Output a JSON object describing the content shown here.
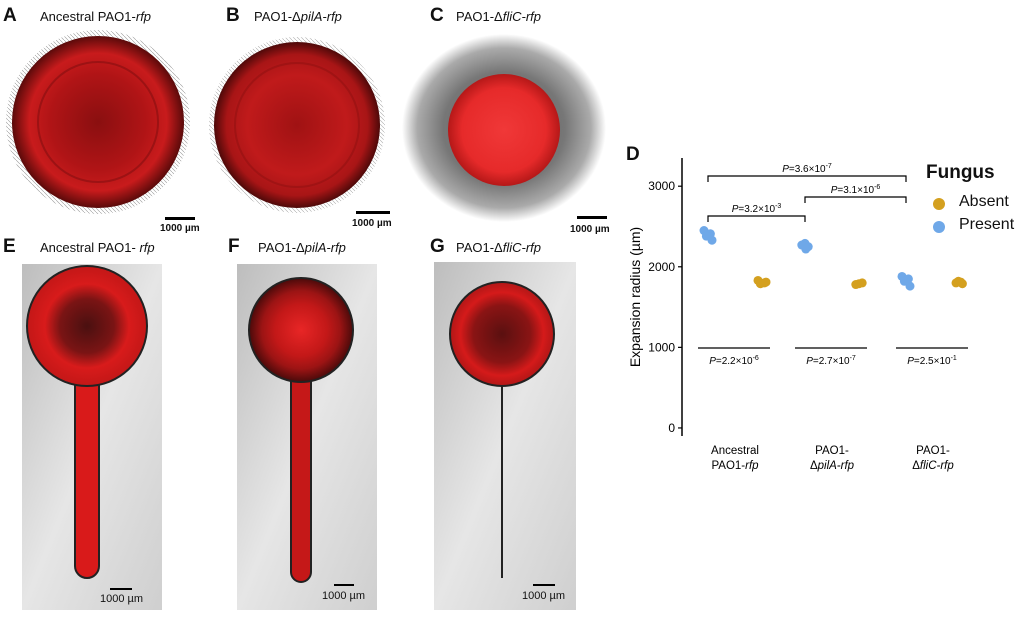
{
  "panels": {
    "A": {
      "letter": "A",
      "title_prefix": "Ancestral PAO1-",
      "title_italic": "rfp",
      "scale": "1000 µm"
    },
    "B": {
      "letter": "B",
      "title_prefix": "PAO1-Δ",
      "title_italic": "pilA-rfp",
      "scale": "1000 µm"
    },
    "C": {
      "letter": "C",
      "title_prefix": "PAO1-Δ",
      "title_italic": "fliC-rfp",
      "scale": "1000 µm"
    },
    "D": {
      "letter": "D"
    },
    "E": {
      "letter": "E",
      "title_prefix": "Ancestral PAO1- ",
      "title_italic": "rfp",
      "scale": "1000 µm"
    },
    "F": {
      "letter": "F",
      "title_prefix": "PAO1-Δ",
      "title_italic": "pilA-rfp",
      "scale": "1000 µm"
    },
    "G": {
      "letter": "G",
      "title_prefix": "PAO1-Δ",
      "title_italic": "fliC-rfp",
      "scale": "1000 µm"
    }
  },
  "legend": {
    "title": "Fungus",
    "items": [
      {
        "label": "Absent",
        "color": "#D4A01F"
      },
      {
        "label": "Present",
        "color": "#6FA8E8"
      }
    ]
  },
  "chart_data": {
    "type": "scatter",
    "ylabel": "Expansion radius (µm)",
    "ylim": [
      -100,
      3350
    ],
    "yticks": [
      0,
      1000,
      2000,
      3000
    ],
    "categories": [
      {
        "line1": "Ancestral",
        "line2_prefix": "PAO1-",
        "line2_italic": "rfp"
      },
      {
        "line1": "PAO1-",
        "line2_prefix": "Δ",
        "line2_italic": "pilA-rfp"
      },
      {
        "line1": "PAO1-",
        "line2_prefix": "Δ",
        "line2_italic": "fliC-rfp"
      }
    ],
    "series": [
      {
        "name": "Present",
        "color": "#6FA8E8",
        "points": [
          [
            0,
            2450
          ],
          [
            0,
            2410
          ],
          [
            0,
            2380
          ],
          [
            0,
            2330
          ],
          [
            1,
            2290
          ],
          [
            1,
            2270
          ],
          [
            1,
            2250
          ],
          [
            1,
            2220
          ],
          [
            2,
            1880
          ],
          [
            2,
            1850
          ],
          [
            2,
            1820
          ],
          [
            2,
            1760
          ]
        ]
      },
      {
        "name": "Absent",
        "color": "#D4A01F",
        "points": [
          [
            0,
            1830
          ],
          [
            0,
            1800
          ],
          [
            0,
            1790
          ],
          [
            0,
            1810
          ],
          [
            1,
            1790
          ],
          [
            1,
            1780
          ],
          [
            1,
            1800
          ],
          [
            2,
            1810
          ],
          [
            2,
            1800
          ],
          [
            2,
            1790
          ],
          [
            2,
            1820
          ]
        ]
      }
    ],
    "brackets": [
      {
        "from": 0,
        "to": 2,
        "y": 3420,
        "label_prefix": "P=3.6×10",
        "label_exp": "-7",
        "ref": "top"
      },
      {
        "from": 0,
        "to": 1,
        "y": 3000,
        "label_prefix": "P=3.2×10",
        "label_exp": "-3",
        "ref": "top"
      },
      {
        "from": 1,
        "to": 2,
        "y": 3120,
        "label_prefix": "P=3.1×10",
        "label_exp": "-6",
        "ref": "top"
      }
    ],
    "within": [
      {
        "cat": 0,
        "label_prefix": "P=2.2×10",
        "label_exp": "-6"
      },
      {
        "cat": 1,
        "label_prefix": "P=2.7×10",
        "label_exp": "-7"
      },
      {
        "cat": 2,
        "label_prefix": "P=2.5×10",
        "label_exp": "-1"
      }
    ]
  }
}
